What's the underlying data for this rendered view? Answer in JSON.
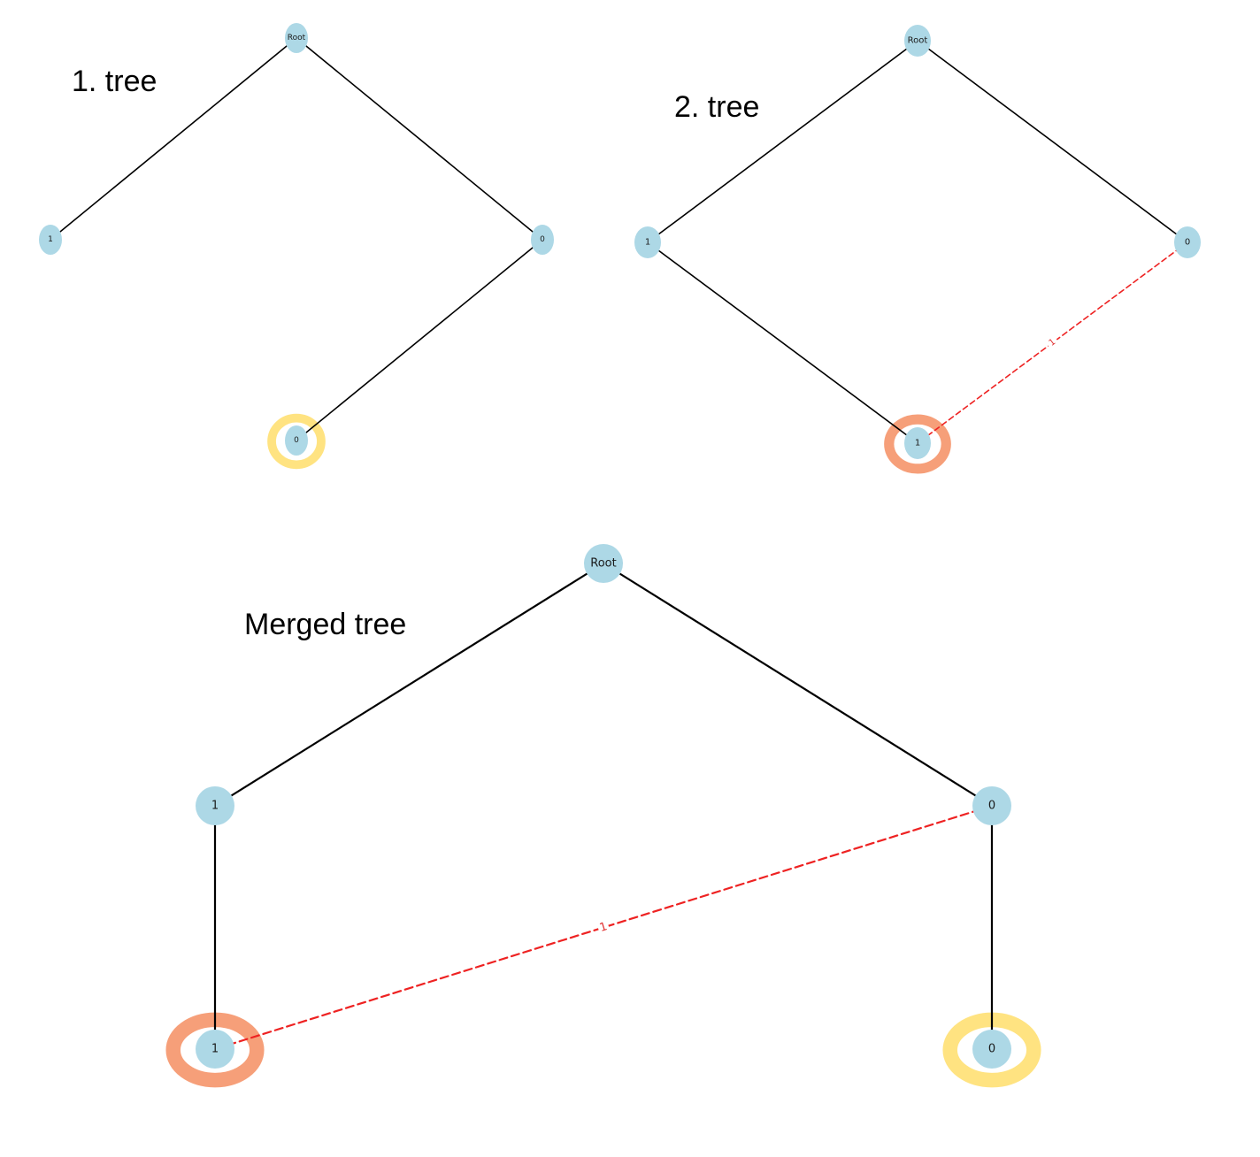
{
  "titles": {
    "tree1": "1. tree",
    "tree2": "2. tree",
    "merged": "Merged tree"
  },
  "colors": {
    "node_fill": "#add8e6",
    "edge": "#000000",
    "dashed_edge": "#ee2222",
    "highlight_yellow": "#ffe27a",
    "highlight_orange": "#f59a72",
    "text": "#000000"
  },
  "trees": {
    "tree1": {
      "nodes": [
        {
          "id": "root",
          "label": "Root"
        },
        {
          "id": "left",
          "label": "1"
        },
        {
          "id": "right",
          "label": "0"
        },
        {
          "id": "right_child",
          "label": "0",
          "highlight": "yellow"
        }
      ],
      "edges": [
        {
          "from": "root",
          "to": "left",
          "style": "solid"
        },
        {
          "from": "root",
          "to": "right",
          "style": "solid"
        },
        {
          "from": "right",
          "to": "right_child",
          "style": "solid"
        }
      ]
    },
    "tree2": {
      "nodes": [
        {
          "id": "root",
          "label": "Root"
        },
        {
          "id": "left",
          "label": "1"
        },
        {
          "id": "right",
          "label": "0"
        },
        {
          "id": "left_child",
          "label": "1",
          "highlight": "orange"
        }
      ],
      "edges": [
        {
          "from": "root",
          "to": "left",
          "style": "solid"
        },
        {
          "from": "root",
          "to": "right",
          "style": "solid"
        },
        {
          "from": "left",
          "to": "left_child",
          "style": "solid"
        },
        {
          "from": "right",
          "to": "left_child",
          "style": "dashed",
          "label": "1"
        }
      ]
    },
    "merged": {
      "nodes": [
        {
          "id": "root",
          "label": "Root"
        },
        {
          "id": "left",
          "label": "1"
        },
        {
          "id": "right",
          "label": "0"
        },
        {
          "id": "left_child",
          "label": "1",
          "highlight": "orange"
        },
        {
          "id": "right_child",
          "label": "0",
          "highlight": "yellow"
        }
      ],
      "edges": [
        {
          "from": "root",
          "to": "left",
          "style": "solid"
        },
        {
          "from": "root",
          "to": "right",
          "style": "solid"
        },
        {
          "from": "left",
          "to": "left_child",
          "style": "solid"
        },
        {
          "from": "right",
          "to": "right_child",
          "style": "solid"
        },
        {
          "from": "right",
          "to": "left_child",
          "style": "dashed",
          "label": "1"
        }
      ]
    }
  }
}
